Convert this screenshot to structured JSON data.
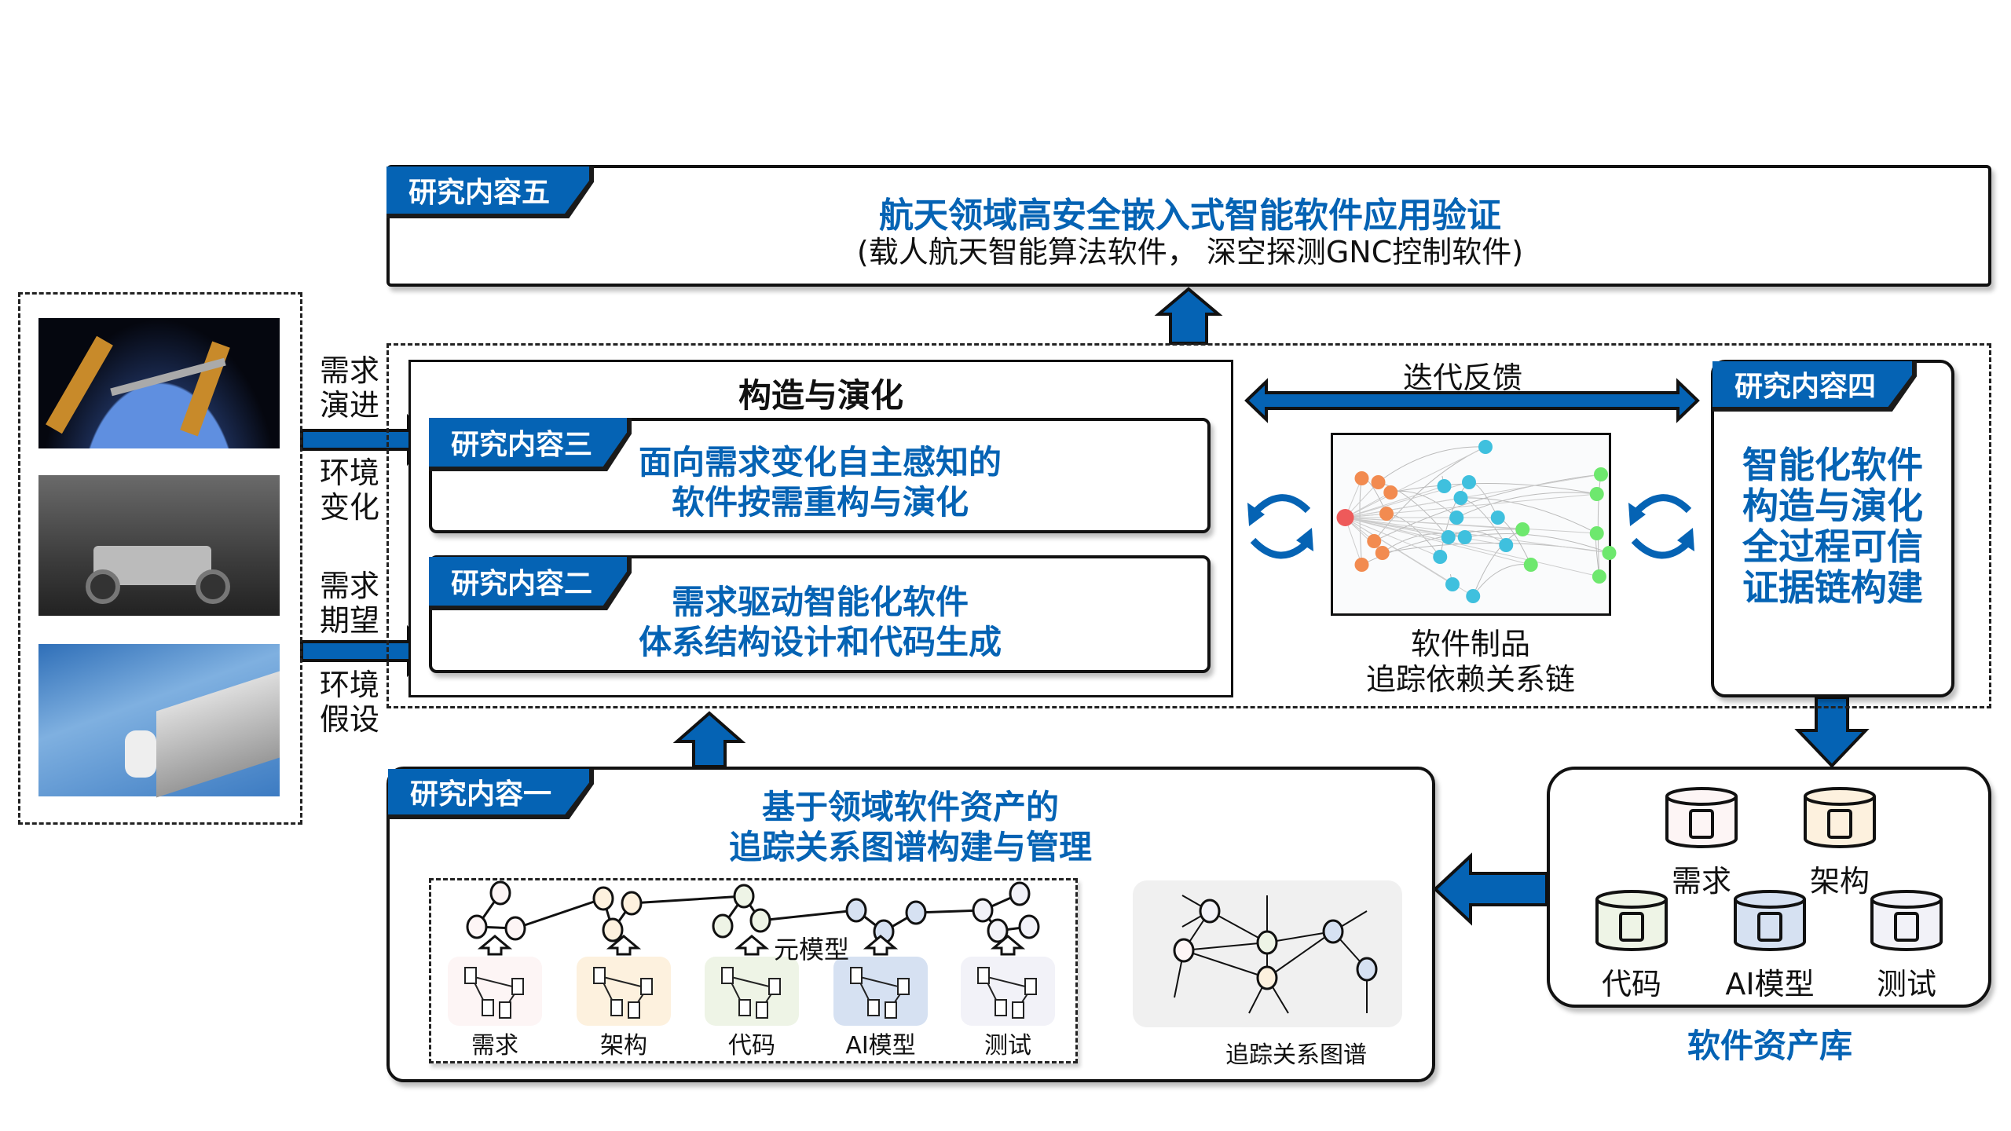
{
  "research5": {
    "tag": "研究内容五",
    "title": "航天领域高安全嵌入式智能软件应用验证",
    "subtitle": "(载人航天智能算法软件， 深空探测GNC控制软件)"
  },
  "side_labels": [
    "需求\n演进",
    "环境\n变化",
    "需求\n期望",
    "环境\n假设"
  ],
  "images": [
    "space-station",
    "lunar-rover",
    "astronaut-eva"
  ],
  "construct": {
    "title": "构造与演化"
  },
  "research3": {
    "tag": "研究内容三",
    "line1": "面向需求变化自主感知的",
    "line2": "软件按需重构与演化"
  },
  "research2": {
    "tag": "研究内容二",
    "line1": "需求驱动智能化软件",
    "line2": "体系结构设计和代码生成"
  },
  "feedback": {
    "label": "迭代反馈"
  },
  "trace_chain": {
    "line1": "软件制品",
    "line2": "追踪依赖关系链"
  },
  "research4": {
    "tag": "研究内容四",
    "lines": [
      "智能化软件",
      "构造与演化",
      "全过程可信",
      "证据链构建"
    ]
  },
  "asset_lib": {
    "title": "软件资产库",
    "items": [
      {
        "label": "需求",
        "color": "#FDF5F5",
        "icon": "document-icon"
      },
      {
        "label": "架构",
        "color": "#FDF1DE",
        "icon": "layers-icon"
      },
      {
        "label": "代码",
        "color": "#EEF4E6",
        "icon": "code-file-icon"
      },
      {
        "label": "AI模型",
        "color": "#D6E1F2",
        "icon": "ai-cube-icon"
      },
      {
        "label": "测试",
        "color": "#F2F2F8",
        "icon": "checklist-icon"
      }
    ]
  },
  "research1": {
    "tag": "研究内容一",
    "line1": "基于领域软件资产的",
    "line2": "追踪关系图谱构建与管理",
    "metamodel": "元模型",
    "graph_caption": "追踪关系图谱"
  },
  "colors": {
    "accent": "#0563B4",
    "req": "#FDF5F5",
    "arch": "#FDF1DE",
    "code": "#EEF4E6",
    "ai": "#D6E1F2",
    "test": "#F2F2F8",
    "net_orange": "#F28B50",
    "net_cyan": "#3FC0DE",
    "net_green": "#6EE86E",
    "net_red": "#EE5A5A"
  }
}
